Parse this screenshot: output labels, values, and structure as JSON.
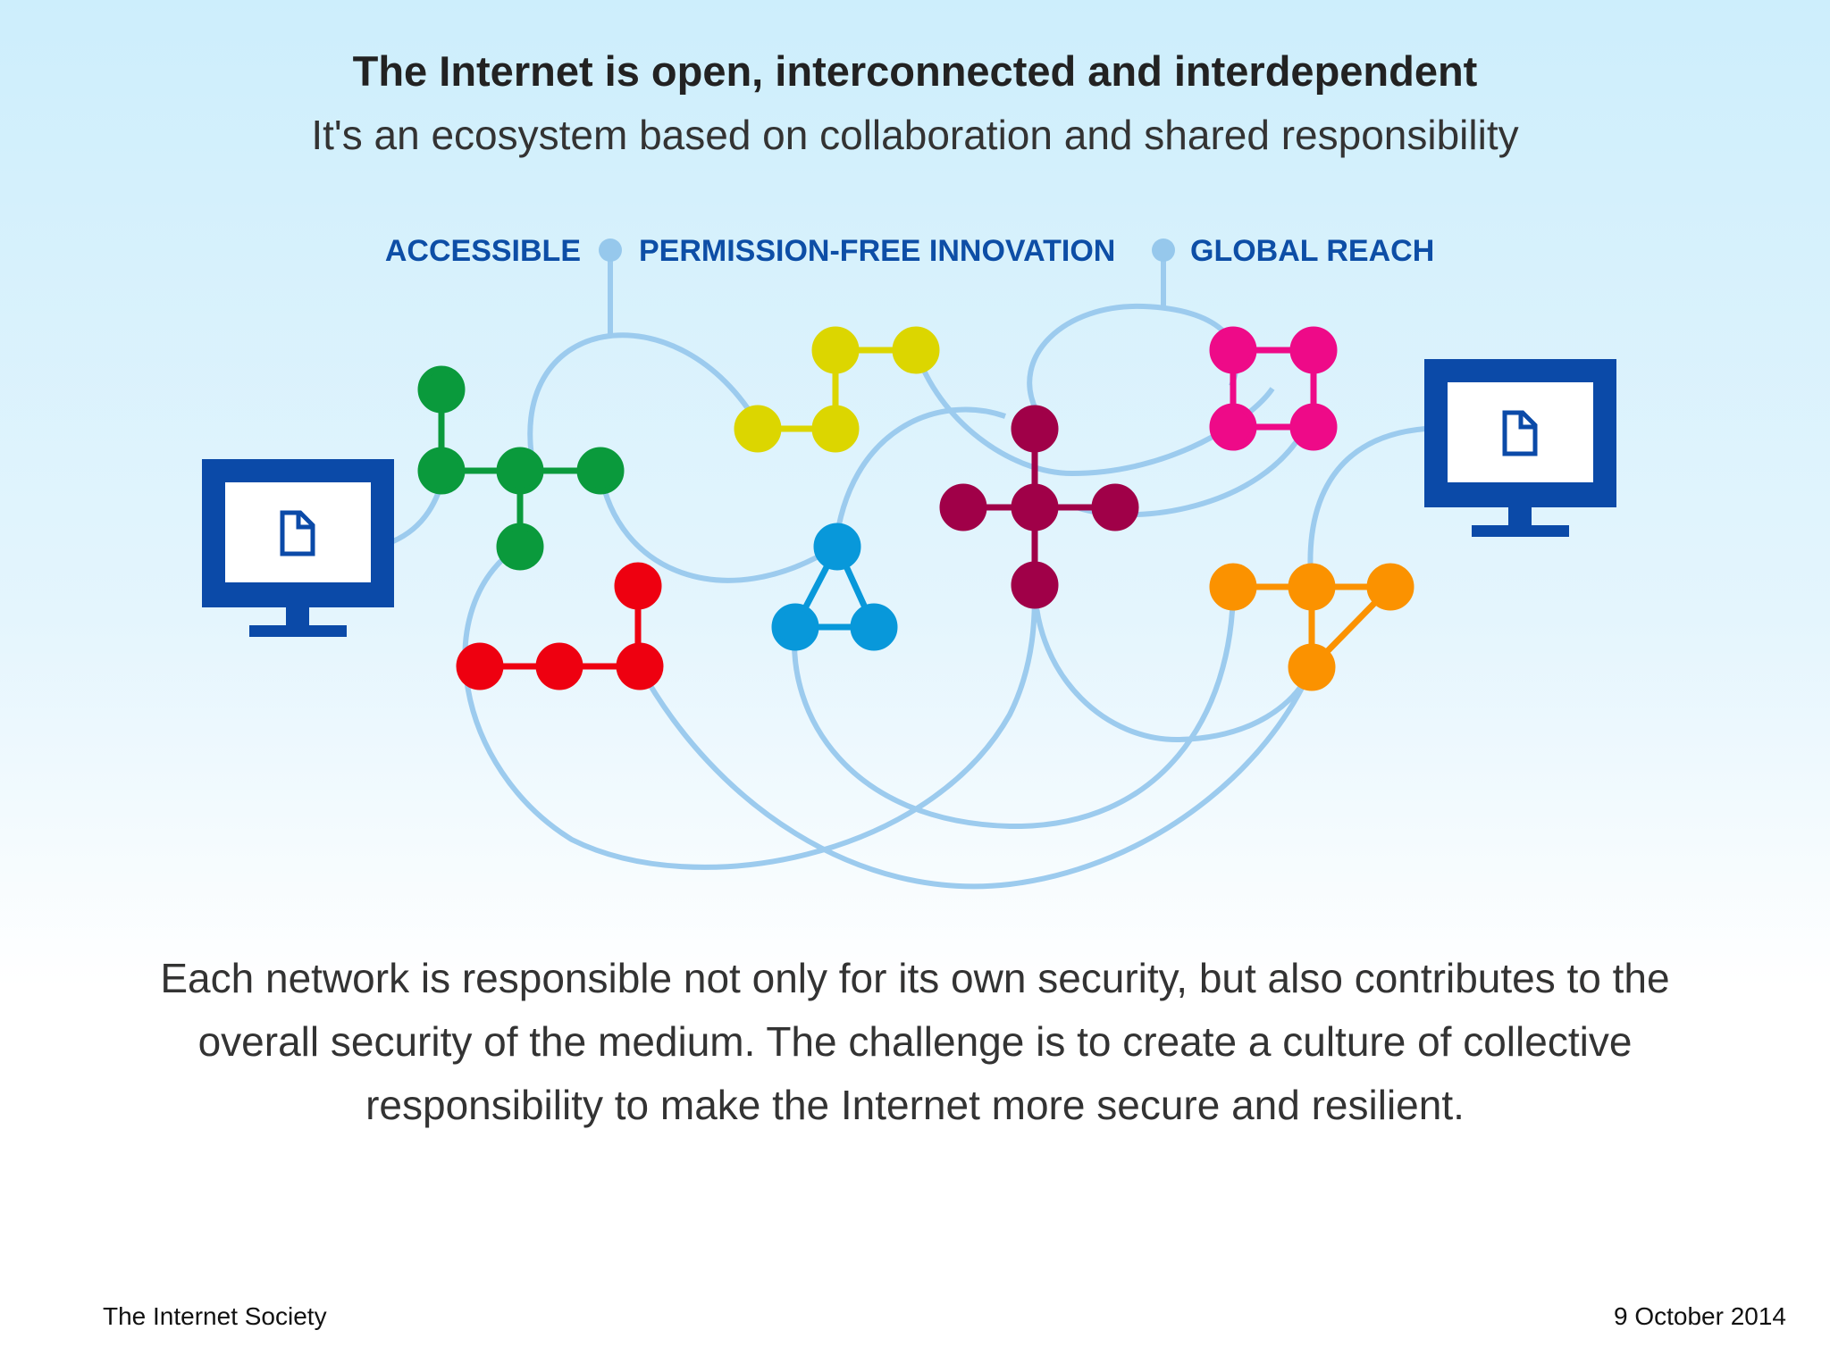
{
  "title": "The Internet is open, interconnected and interdependent",
  "subtitle": "It's an ecosystem based on collaboration and shared responsibility",
  "labels": {
    "accessible": "ACCESSIBLE",
    "permission_free": "PERMISSION-FREE INNOVATION",
    "global_reach": "GLOBAL REACH"
  },
  "body": "Each network is responsible not only for its own security, but also contributes to the overall security of the medium. The challenge is to create a culture of collective responsibility to make the Internet more secure and resilient.",
  "footer": {
    "organization": "The Internet Society",
    "date": "9 October 2014"
  },
  "icons": {
    "left_computer": "monitor-with-document-icon",
    "right_computer": "monitor-with-document-icon"
  },
  "colors": {
    "label_blue": "#0d4ea6",
    "monitor_blue": "#0b4aa8",
    "connector": "#9ccbee",
    "connector_dot": "#96c8ec",
    "green": "#0a9a3c",
    "yellow": "#dcd600",
    "magenta": "#ee0a88",
    "crimson": "#a00048",
    "red": "#ee0010",
    "cyan": "#0898da",
    "orange": "#fb9200"
  }
}
